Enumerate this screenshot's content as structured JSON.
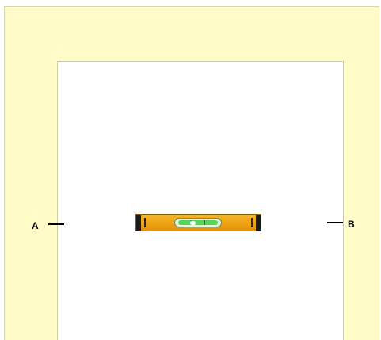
{
  "labels": {
    "left": "A",
    "right": "B"
  },
  "colors": {
    "frame": "#fffbc8",
    "opening": "#ffffff",
    "level_body": "#eea012",
    "level_caps": "#1b1b1b",
    "vial": "#55d455"
  },
  "level": {
    "bubble_position": 0.35
  }
}
